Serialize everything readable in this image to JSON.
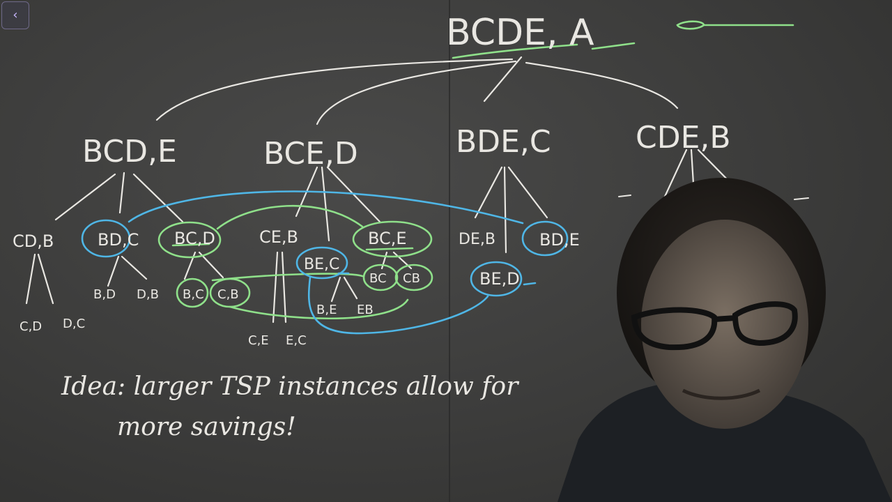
{
  "controls": {
    "back_button_icon": "chevron-left-icon",
    "back_glyph": "‹"
  },
  "colors": {
    "chalk": "#e9e7e2",
    "green": "#8fe08a",
    "blue": "#4fb6e6",
    "back_button_accent": "#c9b8ff"
  },
  "board": {
    "root": "BCDE, A",
    "level1": [
      "BCD,E",
      "BCE,D",
      "BDE,C",
      "CDE,B"
    ],
    "level2": [
      "CD,B",
      "BD,C",
      "BC,D",
      "CE,B",
      "BC,E",
      "DE,B",
      "BD,E"
    ],
    "level3": [
      "B,D",
      "D,B",
      "B,C",
      "C,B",
      "BE,C",
      "BC",
      "CB",
      "BE,D"
    ],
    "level4": [
      "C,D",
      "D,C",
      "B,E",
      "EB",
      "C,E",
      "E,C"
    ],
    "idea_line1": "Idea: larger TSP instances allow for",
    "idea_line2": "more savings!"
  }
}
